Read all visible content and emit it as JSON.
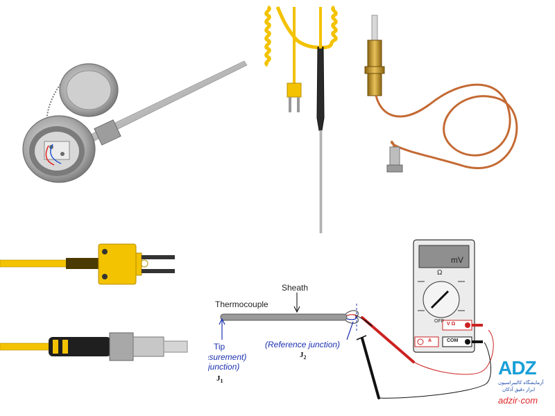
{
  "diagram": {
    "thermocouple_label": "Thermocouple",
    "sheath_label": "Sheath",
    "tip_label": "Tip",
    "measurement_label": "(Measurement)",
    "junction_label": "junction)",
    "reference_label": "(Reference junction)",
    "j1_letter": "J",
    "j1_sub": "1",
    "j2_letter": "J",
    "j2_sub": "2"
  },
  "meter": {
    "screen_unit": "mV",
    "off_label": "OFF",
    "ohm_label": "Ω",
    "vohm_label": "V Ω",
    "amp_label": "A",
    "com_label": "COM"
  },
  "logo": {
    "mark": "ADZ",
    "fa_line1": "آزمایشگاه کالیبراسیون",
    "fa_line2": "ابزار دقیق آذکان",
    "url": "adzir·com"
  },
  "colors": {
    "blue_text": "#1a2fb0",
    "probe_yellow": "#f3c200",
    "copper": "#c46a34",
    "logo_blue": "#1aa0d8",
    "logo_red": "#e0262a"
  }
}
